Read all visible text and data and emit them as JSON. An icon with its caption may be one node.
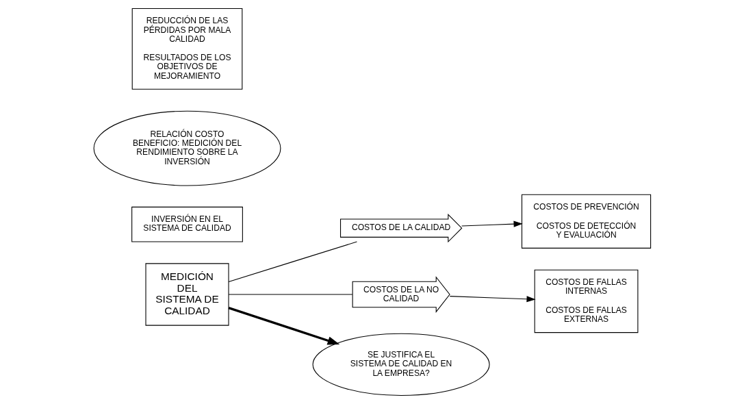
{
  "diagram": {
    "nodes": [
      {
        "text": [
          "MEDICIÓN DEL SISTEMA DE CALIDAD"
        ]
      },
      {
        "text": [
          "COSTOS DE LA CALIDAD"
        ]
      },
      {
        "text": [
          "COSTOS DE PREVENCIÓN",
          "COSTOS DE DETECCIÓN Y EVALUACIÓN"
        ]
      },
      {
        "text": [
          "INVERSIÓN EN EL SISTEMA DE CALIDAD"
        ]
      },
      {
        "text": [
          "RELACIÓN COSTO BENEFICIO: MEDICIÓN DEL RENDIMIENTO SOBRE LA INVERSIÓN"
        ]
      },
      {
        "text": [
          "COSTOS DE LA NO CALIDAD"
        ]
      },
      {
        "text": [
          "COSTOS DE FALLAS INTERNAS",
          "COSTOS DE FALLAS EXTERNAS"
        ]
      },
      {
        "text": [
          "REDUCCIÓN DE LAS PÉRDIDAS POR MALA CALIDAD",
          "RESULTADOS DE LOS OBJETIVOS DE MEJORAMIENTO"
        ]
      },
      {
        "text": [
          "SE JUSTIFICA EL SISTEMA DE CALIDAD EN LA EMPRESA?"
        ]
      }
    ],
    "edges": [
      {
        "from": 0,
        "to": 1,
        "arrow": "none"
      },
      {
        "from": 1,
        "to": 2,
        "arrow": "to"
      },
      {
        "from": 0,
        "to": 5,
        "arrow": "none"
      },
      {
        "from": 5,
        "to": 6,
        "arrow": "to"
      },
      {
        "from": 0,
        "to": 8,
        "arrow": "to",
        "style": "thick"
      }
    ]
  }
}
